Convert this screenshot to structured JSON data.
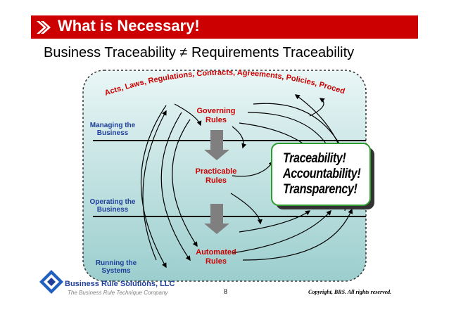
{
  "header": {
    "title": "What is Necessary!",
    "bar_color": "#cc0000",
    "icon": "diamond-arrow-icon"
  },
  "subtitle": "Business Traceability ≠ Requirements Traceability",
  "diagram": {
    "arc_text": "Acts, Laws, Regulations, Contracts, Agreements, Policies, Procedures",
    "left_labels": [
      {
        "line1": "Managing the",
        "line2": "Business"
      },
      {
        "line1": "Operating the",
        "line2": "Business"
      },
      {
        "line1": "Running the",
        "line2": "Systems"
      }
    ],
    "center_labels": [
      {
        "line1": "Governing",
        "line2": "Rules"
      },
      {
        "line1": "Practicable",
        "line2": "Rules"
      },
      {
        "line1": "Automated",
        "line2": "Rules"
      }
    ],
    "callout": [
      "Traceability!",
      "Accountability!",
      "Transparency!"
    ],
    "colors": {
      "panel_top": "#eaf6f6",
      "panel_bottom": "#9ccece",
      "label_red": "#cc0000",
      "left_label_blue": "#1f3f9a",
      "arrow_gray": "#7f7f7f"
    }
  },
  "footer": {
    "company_name": "Business Rule Solutions, LLC",
    "tagline": "The Business Rule Technique Company",
    "page_number": "8",
    "copyright": "Copyright, BRS. All rights reserved.",
    "logo": "brs-logo-icon"
  }
}
